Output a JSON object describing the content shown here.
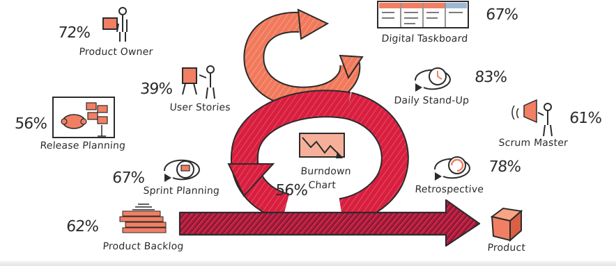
{
  "items": {
    "product_owner": {
      "label": "Product Owner",
      "pct": "72%"
    },
    "user_stories": {
      "label": "User Stories",
      "pct": "39%"
    },
    "release_planning": {
      "label": "Release Planning",
      "pct": "56%"
    },
    "sprint_planning": {
      "label": "Sprint Planning",
      "pct": "67%"
    },
    "product_backlog": {
      "label": "Product Backlog",
      "pct": "62%"
    },
    "burndown_chart": {
      "label_line1": "Burndown",
      "label_line2": "Chart",
      "pct": "56%"
    },
    "digital_taskboard": {
      "label": "Digital Taskboard",
      "pct": "67%"
    },
    "daily_standup": {
      "label": "Daily Stand-Up",
      "pct": "83%"
    },
    "scrum_master": {
      "label": "Scrum Master",
      "pct": "61%"
    },
    "retrospective": {
      "label": "Retrospective",
      "pct": "78%"
    },
    "product": {
      "label": "Product"
    }
  },
  "colors": {
    "crimson": "#d81f3f",
    "salmon": "#f17f63",
    "maroon": "#7a1630",
    "ink": "#2b2b2b",
    "orange": "#f58a5a"
  }
}
